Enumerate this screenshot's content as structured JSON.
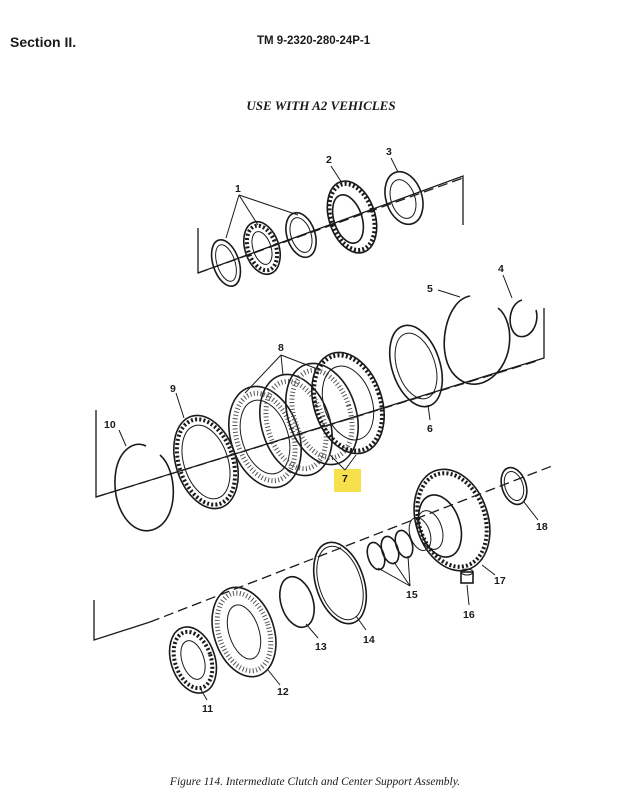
{
  "header": {
    "section": "Section II.",
    "manual_number": "TM 9-2320-280-24P-1"
  },
  "subtitle": "USE WITH A2 VEHICLES",
  "caption": "Figure 114.   Intermediate Clutch and Center Support Assembly.",
  "highlight_color": "#f6e04b",
  "callouts": {
    "c1": "1",
    "c2": "2",
    "c3": "3",
    "c4": "4",
    "c5": "5",
    "c6": "6",
    "c7": "7",
    "c8": "8",
    "c9": "9",
    "c10": "10",
    "c11": "11",
    "c12": "12",
    "c13": "13",
    "c14": "14",
    "c15": "15",
    "c16": "16",
    "c17": "17",
    "c18": "18"
  }
}
